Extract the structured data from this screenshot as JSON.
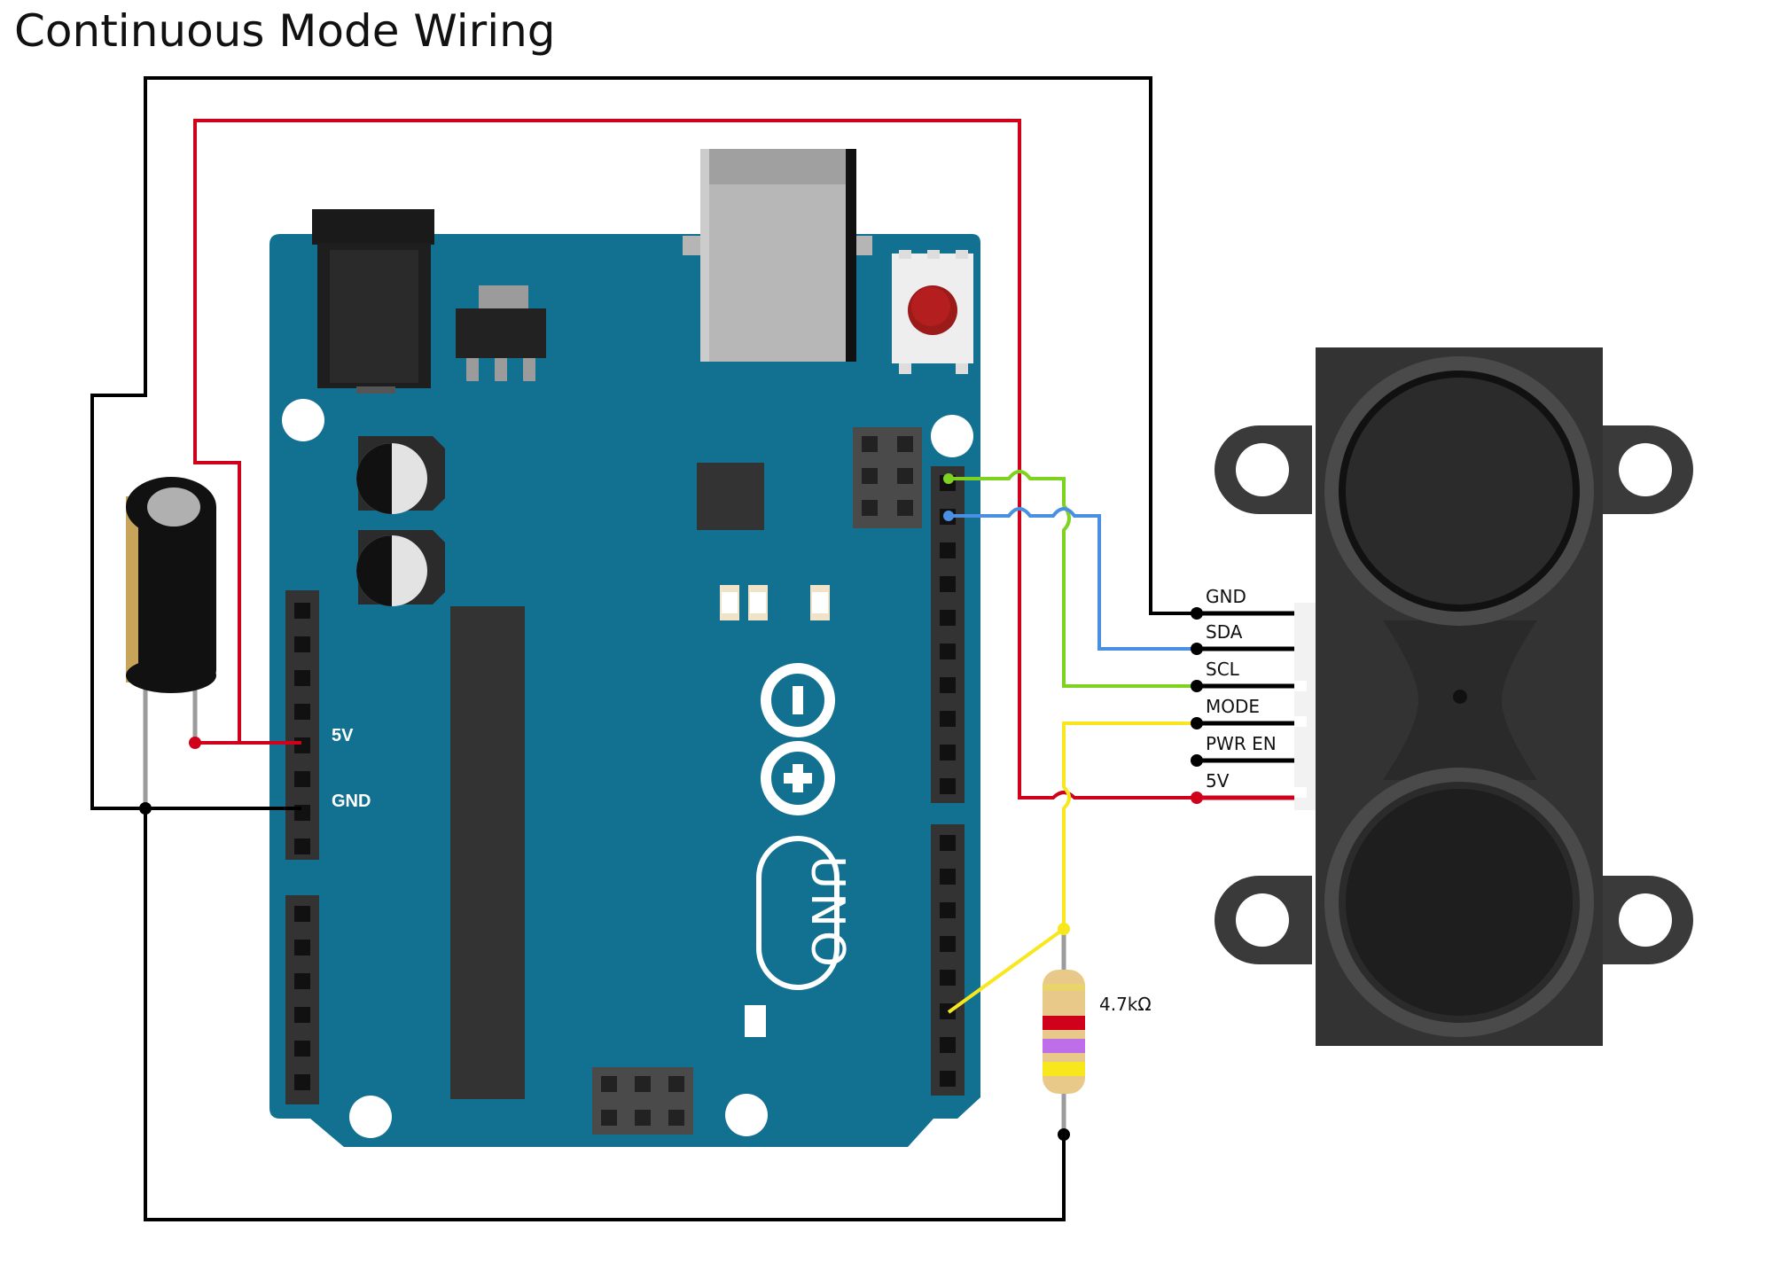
{
  "title": "Continuous Mode Wiring",
  "board": {
    "name": "Arduino Uno",
    "logo_text": "UNO",
    "pin_labels": {
      "five_v": "5V",
      "gnd": "GND"
    }
  },
  "sensor": {
    "pins": [
      "GND",
      "SDA",
      "SCL",
      "MODE",
      "PWR EN",
      "5V"
    ]
  },
  "resistor": {
    "value_label": "4.7kΩ"
  },
  "colors": {
    "board": "#127191",
    "wire_black": "#000000",
    "wire_red": "#d0021b",
    "wire_green": "#7ed321",
    "wire_blue": "#4a90e2",
    "wire_yellow": "#f8e71c",
    "sensor_body": "#333333"
  }
}
